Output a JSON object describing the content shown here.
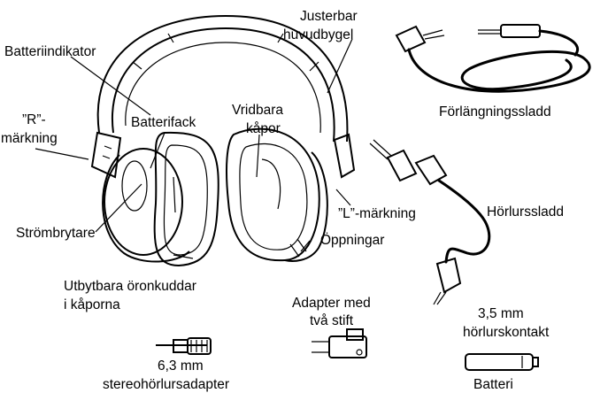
{
  "labels": {
    "batteriindikator": "Batteriindikator",
    "justerbar_1": "Justerbar",
    "justerbar_2": "huvudbygel",
    "r_mark_1": "”R”-",
    "r_mark_2": "märkning",
    "batterifack": "Batterifack",
    "vridbara_1": "Vridbara",
    "vridbara_2": "kåpor",
    "forlangning": "Förlängningssladd",
    "l_mark": "”L”-märkning",
    "horlurssladd": "Hörlurssladd",
    "strombrytare": "Strömbrytare",
    "oppningar": "Öppningar",
    "utbytbara_1": "Utbytbara öronkuddar",
    "utbytbara_2": "i kåporna",
    "adapter_1": "Adapter med",
    "adapter_2": "två stift",
    "kontakt_1": "3,5 mm",
    "kontakt_2": "hörlurskontakt",
    "stereo_1": "6,3 mm",
    "stereo_2": "stereohörlursadapter",
    "batteri": "Batteri"
  }
}
